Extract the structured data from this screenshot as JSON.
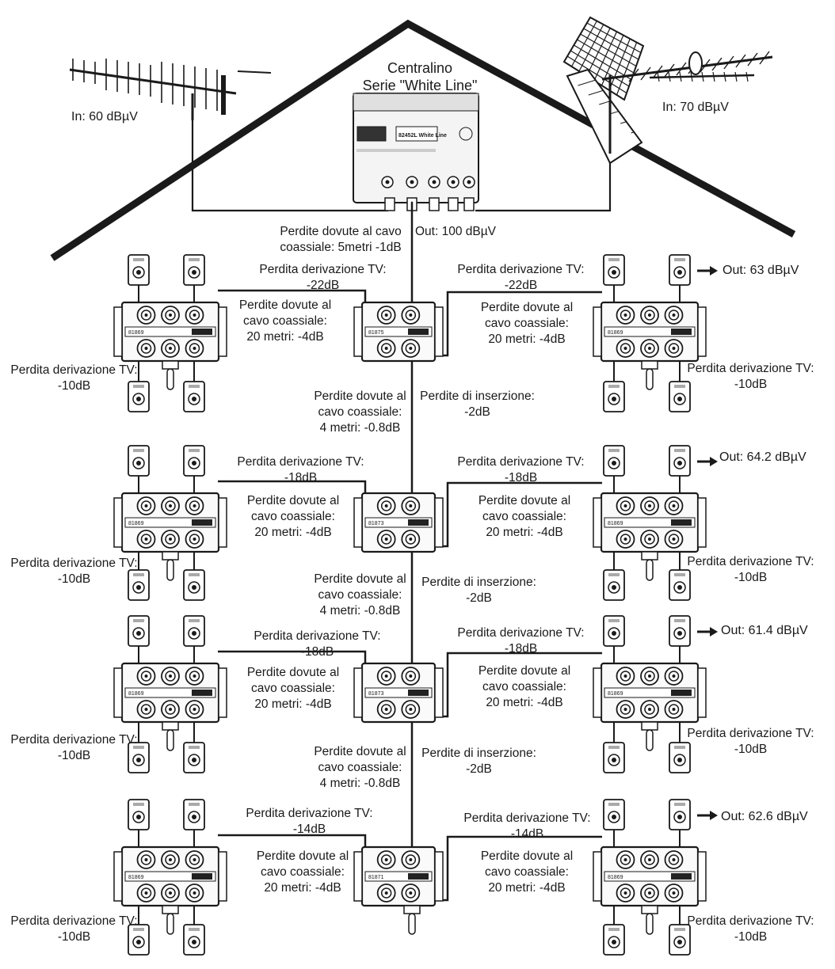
{
  "header": {
    "title_l1": "Centralino",
    "title_l2": "Serie \"White Line\"",
    "in_left": "In: 60 dBµV",
    "in_right": "In: 70 dBµV",
    "model": "82452L",
    "model_suffix": "White Line",
    "top_l1": "Perdite dovute al cavo",
    "top_l2": "coassiale: 5metri -1dB",
    "top_out": "Out: 100 dBµV"
  },
  "levels": [
    {
      "tap_l1": "Perdita derivazione TV:",
      "tap_l2": "-22dB",
      "cable_l1": "Perdite dovute al",
      "cable_l2": "cavo coassiale:",
      "cable_l3": "20 metri: -4dB",
      "side_l1": "Perdita derivazione TV:",
      "side_l2": "-10dB",
      "out": "Out:  63 dBµV",
      "center_code": "81875",
      "side_code": "81869"
    },
    {
      "tap_l1": "Perdita derivazione TV:",
      "tap_l2": "-18dB",
      "cable_l1": "Perdite dovute al",
      "cable_l2": "cavo coassiale:",
      "cable_l3": "20 metri: -4dB",
      "side_l1": "Perdita derivazione TV:",
      "side_l2": "-10dB",
      "out": "Out:  64.2 dBµV",
      "center_code": "81873",
      "side_code": "81869"
    },
    {
      "tap_l1": "Perdita derivazione TV:",
      "tap_l2": "-18dB",
      "cable_l1": "Perdite dovute al",
      "cable_l2": "cavo coassiale:",
      "cable_l3": "20 metri: -4dB",
      "side_l1": "Perdita derivazione TV:",
      "side_l2": "-10dB",
      "out": "Out:  61.4 dBµV",
      "center_code": "81873",
      "side_code": "81869"
    },
    {
      "tap_l1": "Perdita derivazione TV:",
      "tap_l2": "-14dB",
      "cable_l1": "Perdite dovute al",
      "cable_l2": "cavo coassiale:",
      "cable_l3": "20 metri: -4dB",
      "side_l1": "Perdita derivazione TV:",
      "side_l2": "-10dB",
      "out": "Out:  62.6 dBµV",
      "center_code": "81871",
      "side_code": "81869"
    }
  ],
  "riser": {
    "vcable_l1": "Perdite dovute al",
    "vcable_l2": "cavo coassiale:",
    "vcable_l3": "4 metri: -0.8dB",
    "ins_l1": "Perdite di inserzione:",
    "ins_l2": "-2dB"
  },
  "colors": {
    "ink": "#1a1a1a",
    "panel": "#f2f2f2",
    "device": "#dcdcdc"
  }
}
